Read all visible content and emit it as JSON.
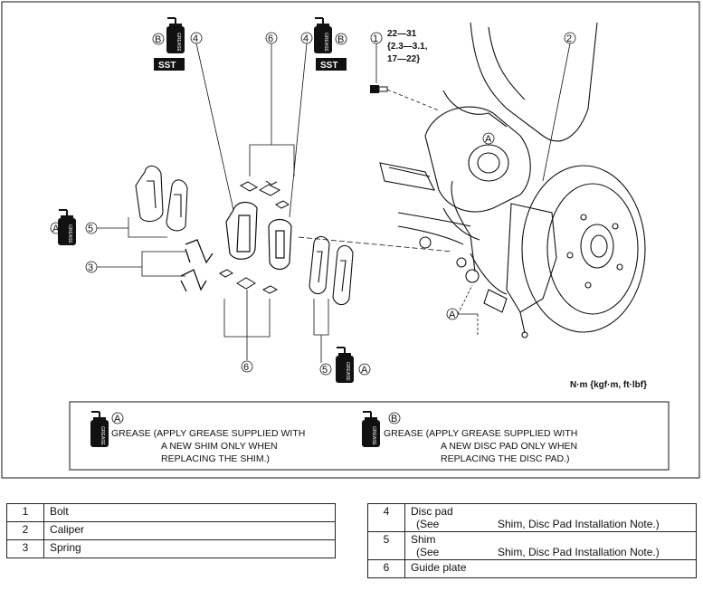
{
  "diagram": {
    "callouts": {
      "bolt": "1",
      "caliper": "2",
      "spring": "3",
      "disc_pad_left": "4",
      "disc_pad_right": "4",
      "shim_left": "5",
      "shim_bottom": "5",
      "guide_plate_top": "6",
      "guide_plate_bottom": "6"
    },
    "grease_labels": {
      "a": "A",
      "b": "B"
    },
    "grease_can_text": "GREASE",
    "sst": "SST",
    "torque": {
      "line1": "22—31",
      "line2": "{2.3—3.1,",
      "line3": "17—22}"
    },
    "units": "N·m {kgf·m, ft·lbf}",
    "legend": {
      "a_line1": "GREASE  (APPLY GREASE SUPPLIED WITH",
      "a_line2": "A NEW SHIM ONLY WHEN",
      "a_line3": "REPLACING THE SHIM.)",
      "b_line1": "GREASE  (APPLY GREASE SUPPLIED WITH",
      "b_line2": "A NEW DISC PAD ONLY WHEN",
      "b_line3": "REPLACING THE DISC PAD.)"
    }
  },
  "parts_left": [
    {
      "num": "1",
      "name": "Bolt"
    },
    {
      "num": "2",
      "name": "Caliper"
    },
    {
      "num": "3",
      "name": "Spring"
    }
  ],
  "parts_right": [
    {
      "num": "4",
      "name": "Disc pad",
      "see": "(See",
      "ref": "Shim, Disc Pad Installation Note.)"
    },
    {
      "num": "5",
      "name": "Shim",
      "see": "(See",
      "ref": "Shim, Disc Pad Installation Note.)"
    },
    {
      "num": "6",
      "name": "Guide plate"
    }
  ]
}
